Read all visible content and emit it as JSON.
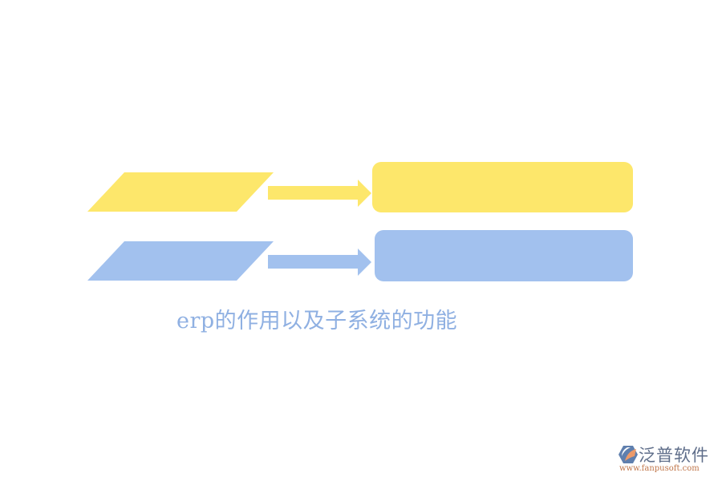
{
  "diagram": {
    "title": "erp的作用以及子系统的功能",
    "colors": {
      "yellow": "#fde76b",
      "blue": "#a2c1ee",
      "title": "#8fb0e2"
    },
    "rows": [
      {
        "shape": "parallelogram",
        "color": "yellow",
        "label": "",
        "target_label": ""
      },
      {
        "shape": "parallelogram",
        "color": "blue",
        "label": "",
        "target_label": ""
      }
    ]
  },
  "logo": {
    "icon": "fanpu-logo-icon",
    "name": "泛普软件",
    "url": "www.fanpusoft.com"
  }
}
